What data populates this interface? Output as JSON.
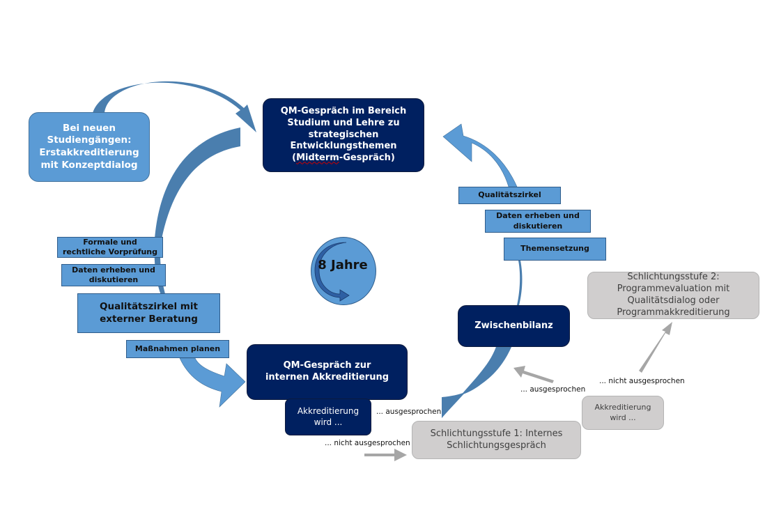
{
  "diagram": {
    "cycle_label": "8 Jahre",
    "new_programs_box": "Bei neuen Studiengängen: Erstakkreditierung mit Konzeptdialog",
    "midterm_box": {
      "line1": "QM-Gespräch im Bereich Studium und Lehre zu strategischen Entwicklungsthemen (",
      "underlined": "Midterm",
      "line2": "-Gespräch)"
    },
    "right_steps": [
      "Qualitätszirkel",
      "Daten erheben und diskutieren",
      "Themensetzung"
    ],
    "left_steps": {
      "formal": "Formale und rechtliche Vorprüfung",
      "data": "Daten erheben und diskutieren",
      "quality_circle": "Qualitätszirkel mit externer Beratung",
      "plan": "Maßnahmen planen"
    },
    "internal_accreditation_box": "QM-Gespräch zur internen Akkreditierung",
    "accreditation_result_box": "Akkreditierung wird ...",
    "zwischenbilanz_box": "Zwischenbilanz",
    "arbitration_1_box": "Schlichtungsstufe 1: Internes Schlichtungsgespräch",
    "arbitration_2_box": "Schlichtungsstufe 2: Programmevaluation mit Qualitätsdialog oder Programmakkreditierung",
    "arbitration_result_box": "Akkreditierung wird ...",
    "labels": {
      "granted_1": "... ausgesprochen",
      "not_granted_1": "... nicht ausgesprochen",
      "granted_2": "... ausgesprochen",
      "not_granted_2": "... nicht ausgesprochen"
    },
    "colors": {
      "light_blue": "#5b9bd5",
      "mid_blue": "#4a7eae",
      "dark_navy": "#002060",
      "grey_box": "#d0cece",
      "grey_arrow": "#a6a6a6"
    }
  }
}
